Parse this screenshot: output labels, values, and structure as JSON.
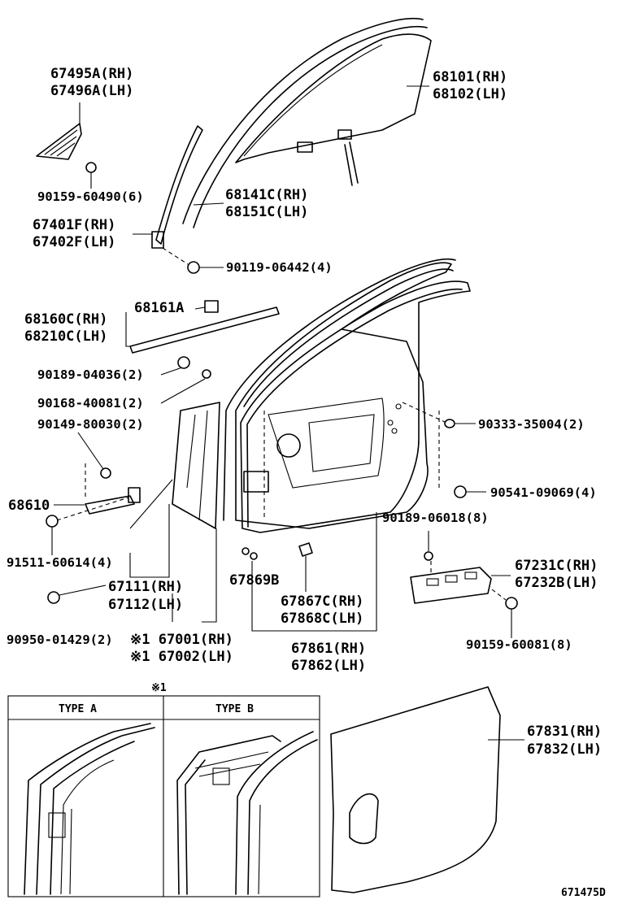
{
  "labels": {
    "p67495A": "67495A(RH)",
    "p67496A": "67496A(LH)",
    "p90159_60490": "90159-60490(6)",
    "p68101": "68101(RH)",
    "p68102": "68102(LH)",
    "p68141C": "68141C(RH)",
    "p68151C": "68151C(LH)",
    "p67401F": "67401F(RH)",
    "p67402F": "67402F(LH)",
    "p90119_06442": "90119-06442(4)",
    "p68160C": "68160C(RH)",
    "p68210C": "68210C(LH)",
    "p68161A": "68161A",
    "p90189_04036": "90189-04036(2)",
    "p90168_40081": "90168-40081(2)",
    "p90149_80030": "90149-80030(2)",
    "p90333_35004": "90333-35004(2)",
    "p68610": "68610",
    "p90541_09069": "90541-09069(4)",
    "p91511_60614": "91511-60614(4)",
    "p90189_06018": "90189-06018(8)",
    "p67231C": "67231C(RH)",
    "p67232B": "67232B(LH)",
    "p67111": "67111(RH)",
    "p67112": "67112(LH)",
    "p67869B": "67869B",
    "p67867C": "67867C(RH)",
    "p67868C": "67868C(LH)",
    "p90950_01429": "90950-01429(2)",
    "p67001": "※1 67001(RH)",
    "p67002": "※1 67002(LH)",
    "p67861": "67861(RH)",
    "p67862": "67862(LH)",
    "p90159_60081": "90159-60081(8)",
    "note1": "※1",
    "typeA": "TYPE A",
    "typeB": "TYPE B",
    "p67831": "67831(RH)",
    "p67832": "67832(LH)",
    "figure_id": "671475D"
  }
}
